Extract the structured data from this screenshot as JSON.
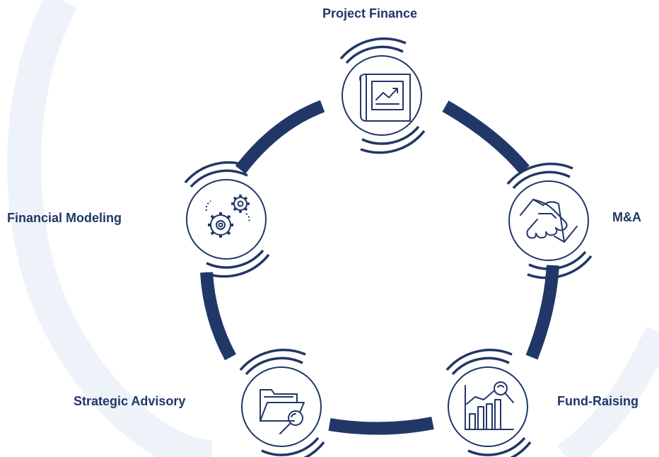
{
  "colors": {
    "primary": "#213767",
    "background_arc": "#EEF3F9",
    "background": "#FFFFFF"
  },
  "nodes": [
    {
      "id": "project-finance",
      "label": "Project Finance",
      "icon": "blueprint-chart-icon"
    },
    {
      "id": "ma",
      "label": "M&A",
      "icon": "handshake-icon"
    },
    {
      "id": "fund-raising",
      "label": "Fund-Raising",
      "icon": "bar-chart-magnifier-icon"
    },
    {
      "id": "strategic-advisory",
      "label": "Strategic Advisory",
      "icon": "folder-search-icon"
    },
    {
      "id": "financial-modeling",
      "label": "Financial Modeling",
      "icon": "gears-icon"
    }
  ]
}
